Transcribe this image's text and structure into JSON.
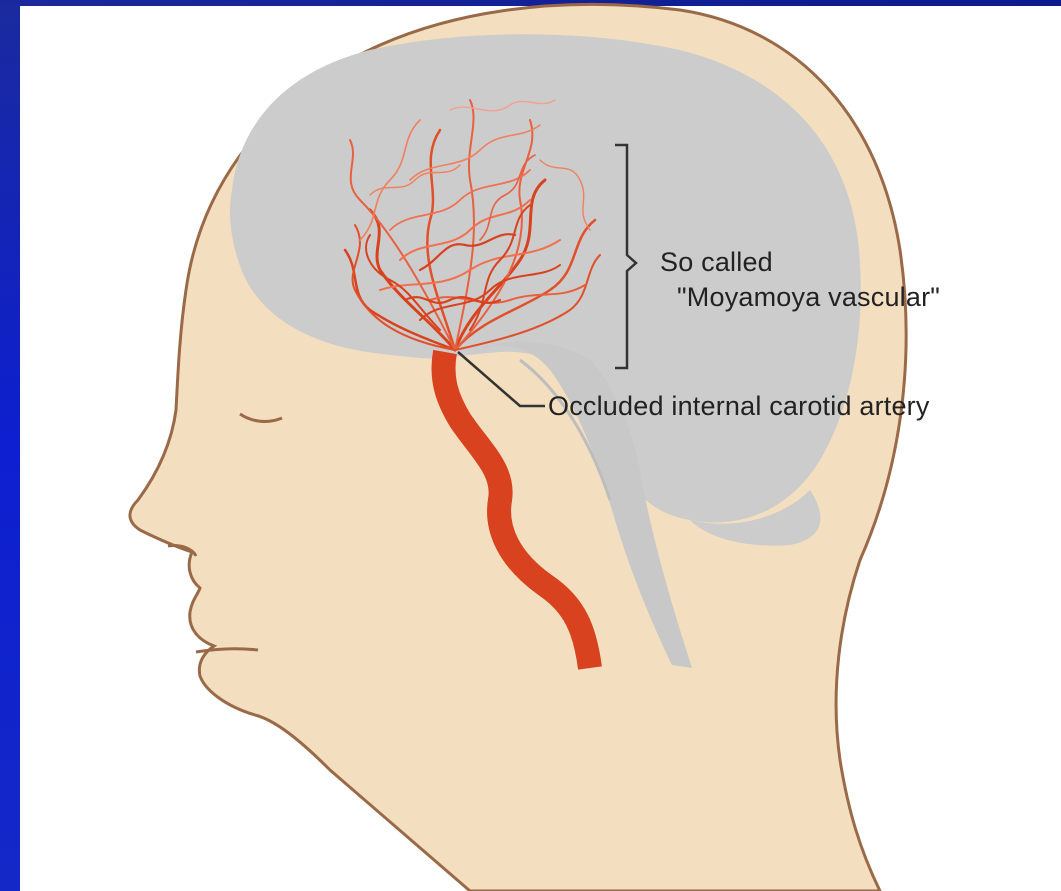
{
  "labels": {
    "so_called": "So called",
    "moyamoya": "\"Moyamoya vascular\"",
    "occluded": "Occluded internal carotid artery"
  },
  "colors": {
    "frame": "#1428c8",
    "skin": "#f3dfbf",
    "outline": "#9a6a48",
    "brain": "#cccccc",
    "artery": "#d8421e",
    "vessels_light": "#f07050",
    "annotation": "#333333"
  },
  "icons": {
    "bracket": "right-curly-bracket",
    "leader": "leader-line"
  }
}
